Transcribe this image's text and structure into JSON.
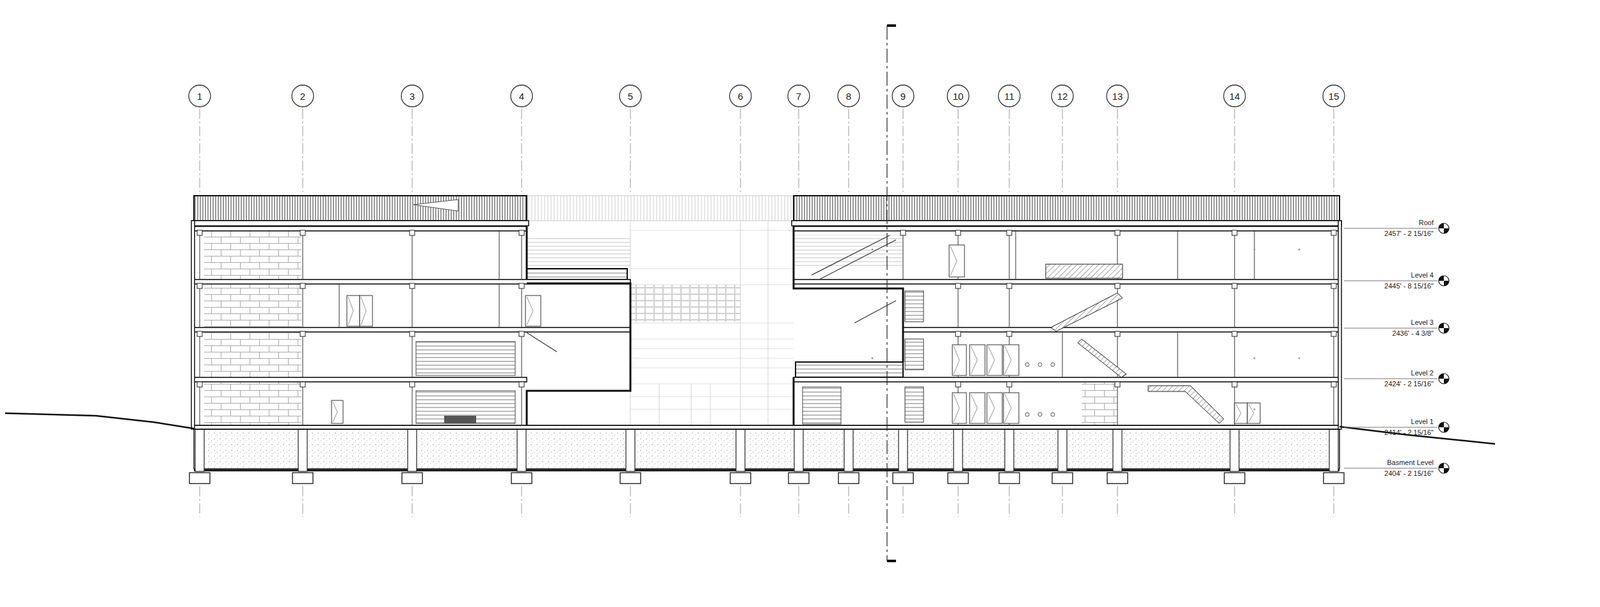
{
  "diagram": {
    "nodes": [
      {
        "text": [
          "1"
        ]
      },
      {
        "text": [
          "2"
        ]
      },
      {
        "text": [
          "3"
        ]
      },
      {
        "text": [
          "4"
        ]
      },
      {
        "text": [
          "5"
        ]
      },
      {
        "text": [
          "6"
        ]
      },
      {
        "text": [
          "7"
        ]
      },
      {
        "text": [
          "8"
        ]
      },
      {
        "text": [
          "9"
        ]
      },
      {
        "text": [
          "10"
        ]
      },
      {
        "text": [
          "11"
        ]
      },
      {
        "text": [
          "12"
        ]
      },
      {
        "text": [
          "13"
        ]
      },
      {
        "text": [
          "14"
        ]
      },
      {
        "text": [
          "15"
        ]
      }
    ],
    "labels": [
      "Roof",
      "2457' - 2 15/16\"",
      "Level 4",
      "2445' - 8 15/16\"",
      "Level 3",
      "2436' - 4 3/8\"",
      "Level 2",
      "2424' - 2 15/16\"",
      "Level 1",
      "2414' - 2 15/16\"",
      "Basment Level",
      "2404' - 2 15/16\""
    ]
  }
}
